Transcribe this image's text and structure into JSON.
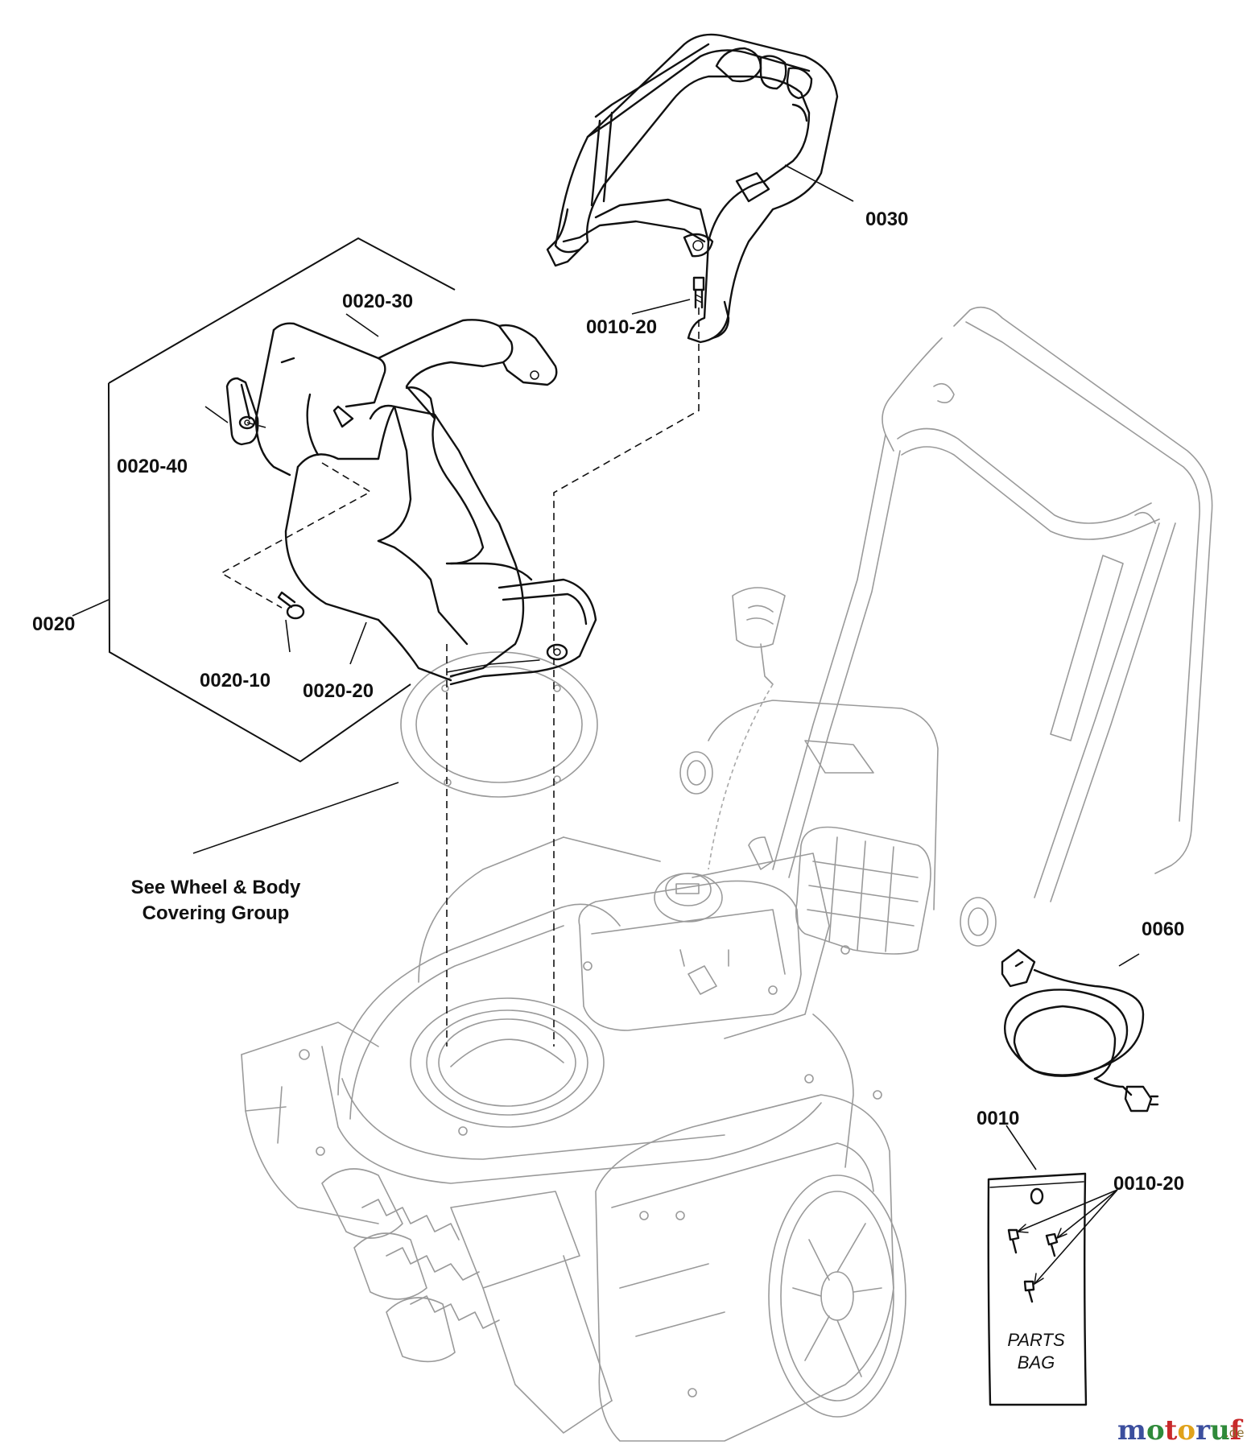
{
  "callouts": {
    "c0030": "0030",
    "c0010_20_top": "0010-20",
    "c0020_30": "0020-30",
    "c0020_40": "0020-40",
    "c0020": "0020",
    "c0020_10": "0020-10",
    "c0020_20": "0020-20",
    "c0060": "0060",
    "c0010": "0010",
    "c0010_20_bag": "0010-20"
  },
  "note": {
    "line1": "See Wheel & Body",
    "line2": "Covering Group"
  },
  "parts_bag": {
    "line1": "PARTS",
    "line2": "BAG"
  },
  "watermark": {
    "letters": [
      "m",
      "o",
      "t",
      "o",
      "r",
      "u",
      "f"
    ],
    "suffix": ".de",
    "colors": [
      "#3c4f9e",
      "#2f8a3a",
      "#c8282a",
      "#e0a21a",
      "#3c4f9e",
      "#2f8a3a",
      "#c8282a"
    ]
  }
}
